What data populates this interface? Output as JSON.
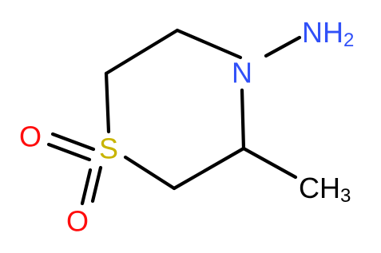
{
  "molecule": {
    "atoms": {
      "nitrogen_ring": {
        "symbol": "N",
        "color": "#3050F8"
      },
      "amino": {
        "symbol": "NH",
        "subscript": "2",
        "color": "#3050F8"
      },
      "sulfur": {
        "symbol": "S",
        "color": "#C8B400"
      },
      "oxygen_top": {
        "symbol": "O",
        "color": "#FF0D0D"
      },
      "oxygen_bottom": {
        "symbol": "O",
        "color": "#FF0D0D"
      },
      "methyl": {
        "symbol": "CH",
        "subscript": "3",
        "color": "#000000"
      }
    },
    "bond_color": "#000000"
  }
}
